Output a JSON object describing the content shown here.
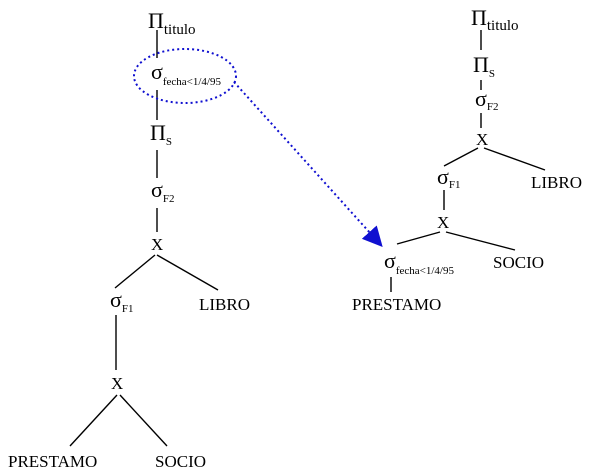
{
  "symbols": {
    "pi": "Π",
    "sigma": "σ",
    "product": "X"
  },
  "left_tree": {
    "pi_titulo_sub": "titulo",
    "sigma_fecha_sub": "fecha<1/4/95",
    "pi_s_sub": "S",
    "sigma_f2_sub": "F2",
    "product_top": "X",
    "sigma_f1_sub": "F1",
    "libro": "LIBRO",
    "product_bottom": "X",
    "prestamo": "PRESTAMO",
    "socio": "SOCIO"
  },
  "right_tree": {
    "pi_titulo_sub": "titulo",
    "pi_s_sub": "S",
    "sigma_f2_sub": "F2",
    "product_top": "X",
    "sigma_f1_sub": "F1",
    "libro": "LIBRO",
    "product_bottom": "X",
    "socio": "SOCIO",
    "sigma_fecha_sub": "fecha<1/4/95",
    "prestamo": "PRESTAMO"
  },
  "colors": {
    "highlight": "#1010d0",
    "ink": "#000000"
  }
}
